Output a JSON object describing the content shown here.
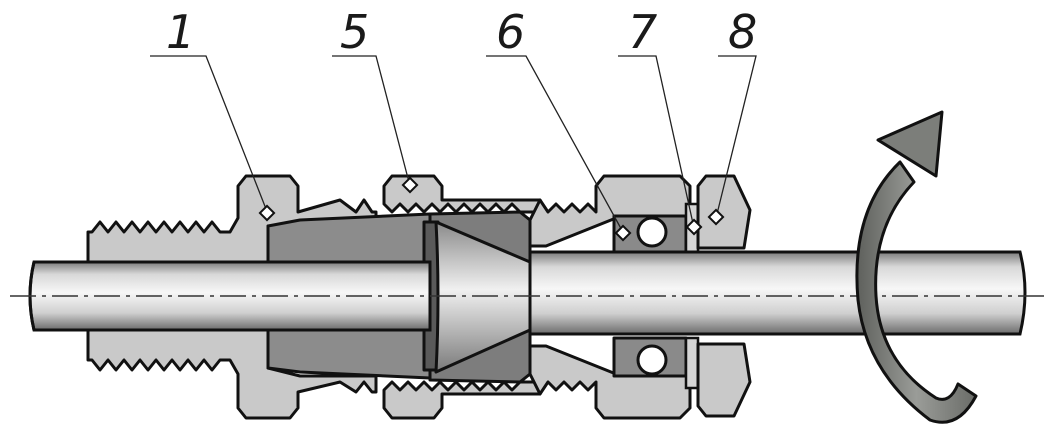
{
  "callouts": [
    {
      "id": "c1",
      "label": "1"
    },
    {
      "id": "c5",
      "label": "5"
    },
    {
      "id": "c6",
      "label": "6"
    },
    {
      "id": "c7",
      "label": "7"
    },
    {
      "id": "c8",
      "label": "8"
    }
  ],
  "colors": {
    "body": "#c8c8c8",
    "body_dark": "#9e9e9e",
    "ferrule": "#8a8a8a",
    "seal": "#7a7a7a",
    "pipe_light": "#f2f2f2",
    "pipe_dark": "#8c8c8c",
    "arrow": "#7e807c",
    "outline": "#111111"
  }
}
